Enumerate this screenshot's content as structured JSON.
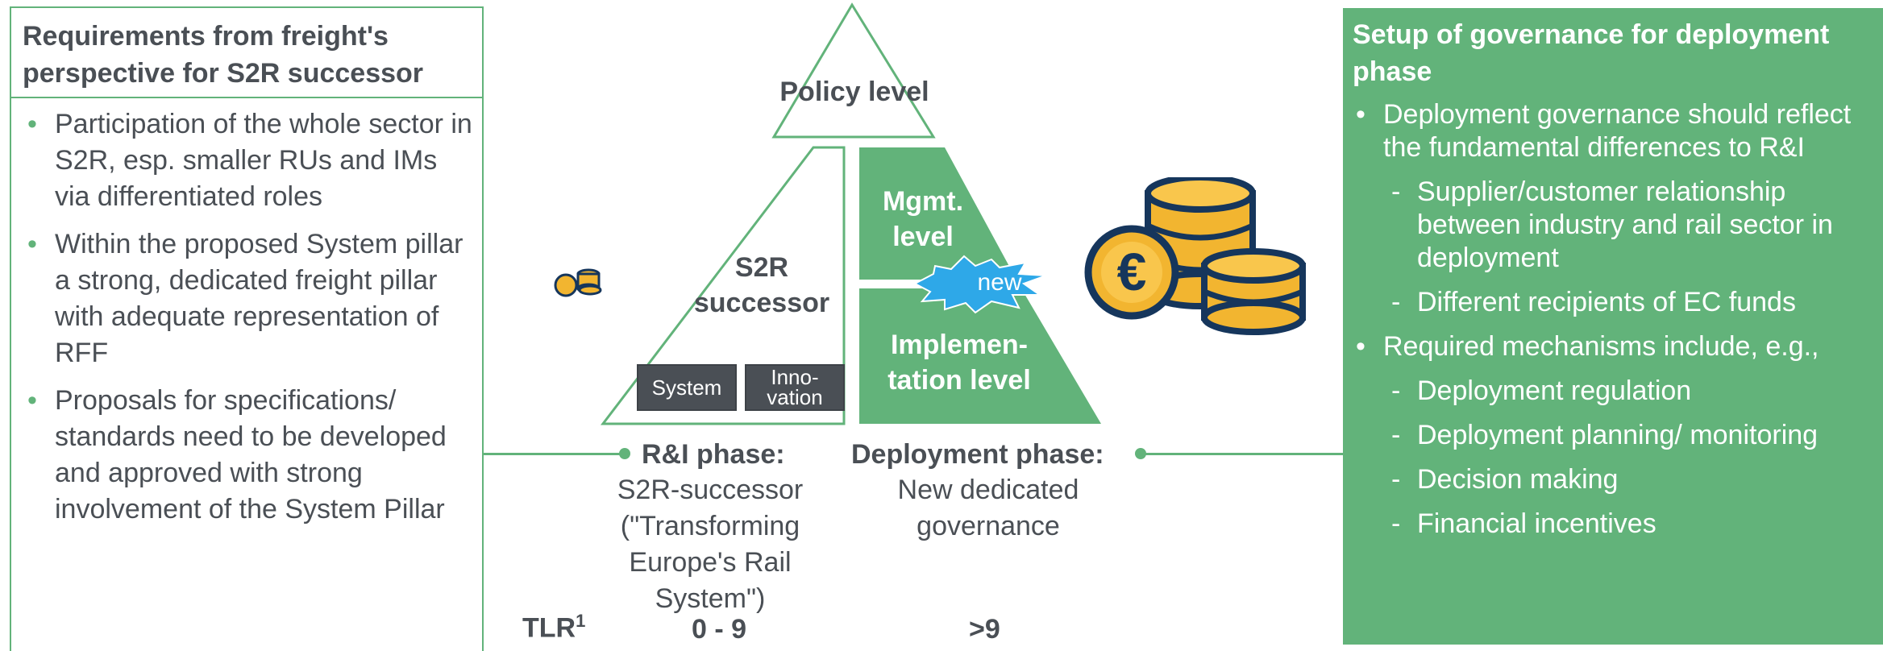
{
  "left_panel": {
    "title": "Requirements from freight's perspective for S2R successor",
    "bullets": [
      "Participation of the whole sector in S2R, esp. smaller RUs and IMs via differentiated roles",
      "Within the proposed System pillar a strong, dedicated freight pillar with adequate representation of RFF",
      "Proposals for specifications/ standards need to be developed and approved with strong involvement of the System Pillar"
    ]
  },
  "pyramid": {
    "policy_level": "Policy level",
    "s2r_successor_line1": "S2R",
    "s2r_successor_line2": "successor",
    "system_box": "System",
    "innovation_line1": "Inno-",
    "innovation_line2": "vation",
    "mgmt_line1": "Mgmt.",
    "mgmt_line2": "level",
    "impl_line1": "Implemen-",
    "impl_line2": "tation level",
    "new_badge": "new"
  },
  "phases": {
    "ri_title": "R&I phase:",
    "ri_body_lines": [
      "S2R-successor",
      "(\"Transforming",
      "Europe's Rail",
      "System\")"
    ],
    "deploy_title": "Deployment phase:",
    "deploy_body_lines": [
      "New dedicated",
      "governance"
    ],
    "tlr_label": "TLR",
    "tlr_sup": "1",
    "tlr_ri": "0 - 9",
    "tlr_deploy": ">9"
  },
  "right_panel": {
    "title": "Setup of governance for deployment phase",
    "items": [
      {
        "level": 1,
        "text": "Deployment governance should reflect the fundamental differences to R&I"
      },
      {
        "level": 2,
        "text": "Supplier/customer relationship between industry and rail sector in deployment"
      },
      {
        "level": 2,
        "text": "Different recipients of EC funds"
      },
      {
        "level": 1,
        "text": "Required mechanisms include, e.g.,"
      },
      {
        "level": 2,
        "text": "Deployment regulation"
      },
      {
        "level": 2,
        "text": "Deployment planning/ monitoring"
      },
      {
        "level": 2,
        "text": "Decision making"
      },
      {
        "level": 2,
        "text": "Financial incentives"
      }
    ]
  },
  "icons": {
    "small_coins": "coins-icon",
    "large_coins": "euro-coins-icon",
    "currency_symbol": "€"
  },
  "colors": {
    "accent_green": "#62b37a",
    "dark_grey": "#4a4f55",
    "coin_yellow": "#f2b530",
    "coin_outline": "#16365c",
    "new_burst": "#2ea8e8"
  }
}
